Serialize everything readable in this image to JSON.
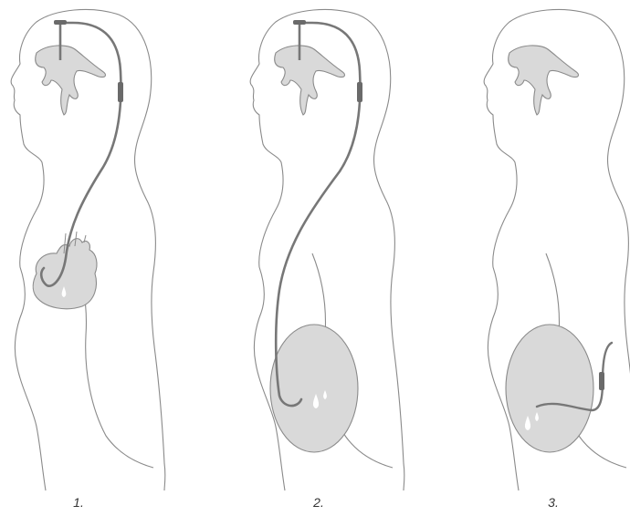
{
  "colors": {
    "outline": "#8a8a8a",
    "shunt": "#777777",
    "organ_fill": "#d9d9d9",
    "organ_stroke": "#8a8a8a",
    "valve": "#6a6a6a",
    "droplet": "#ffffff"
  },
  "panels": [
    {
      "label": "1.",
      "drain_target": "heart"
    },
    {
      "label": "2.",
      "drain_target": "abdomen"
    },
    {
      "label": "3.",
      "drain_target": "abdomen"
    }
  ]
}
